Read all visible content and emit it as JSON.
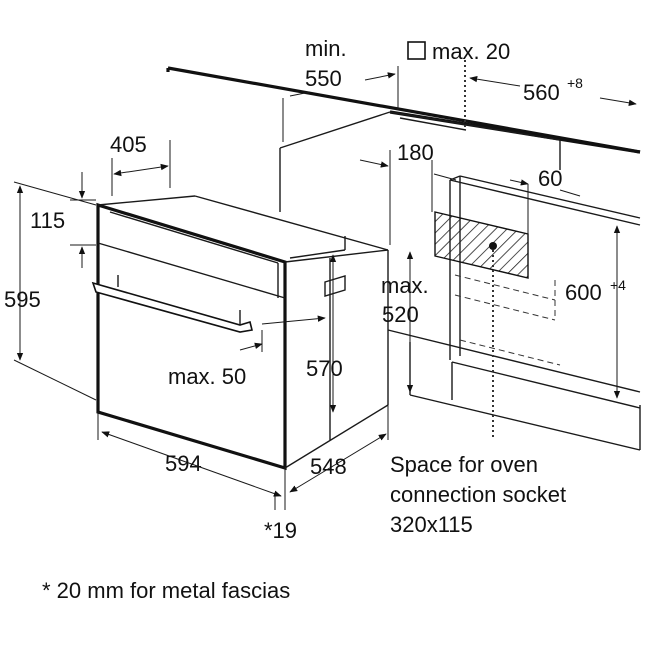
{
  "dimensions": {
    "min_label": "min.",
    "min_value": "550",
    "max20": "max. 20",
    "width_560": "560",
    "width_560_tol": "+8",
    "depth_405": "405",
    "d_180": "180",
    "d_60": "60",
    "h_115": "115",
    "h_595": "595",
    "max_label": "max.",
    "max_520": "520",
    "h_600": "600",
    "h_600_tol": "+4",
    "max_50": "max. 50",
    "h_570": "570",
    "w_594": "594",
    "d_548": "548",
    "star_19": "*19"
  },
  "socket_note": {
    "line1": "Space for oven",
    "line2": "connection socket",
    "line3": "320x115"
  },
  "footnote": "* 20 mm for metal fascias",
  "colors": {
    "line": "#1a1a1a",
    "text": "#111111",
    "background": "#ffffff"
  }
}
